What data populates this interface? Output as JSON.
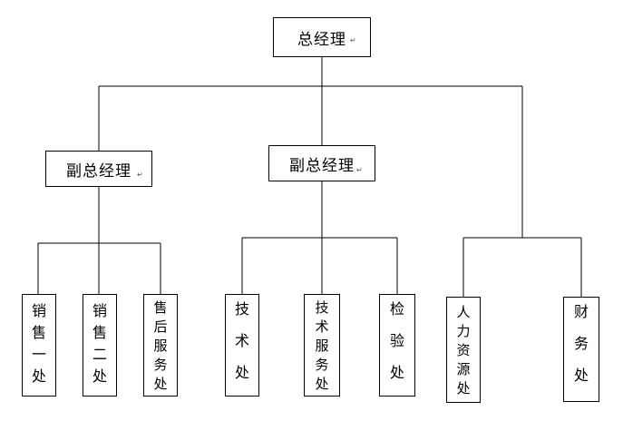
{
  "top": {
    "label": "总经理"
  },
  "deputies": [
    {
      "label": "副总经理"
    },
    {
      "label": "副总经理"
    }
  ],
  "departments": [
    {
      "label": "销售一处"
    },
    {
      "label": "销售二处"
    },
    {
      "label": "售后服务处"
    },
    {
      "label": "技术处"
    },
    {
      "label": "技术服务处"
    },
    {
      "label": "检验处"
    },
    {
      "label": "人力资源处"
    },
    {
      "label": "财务处"
    }
  ]
}
